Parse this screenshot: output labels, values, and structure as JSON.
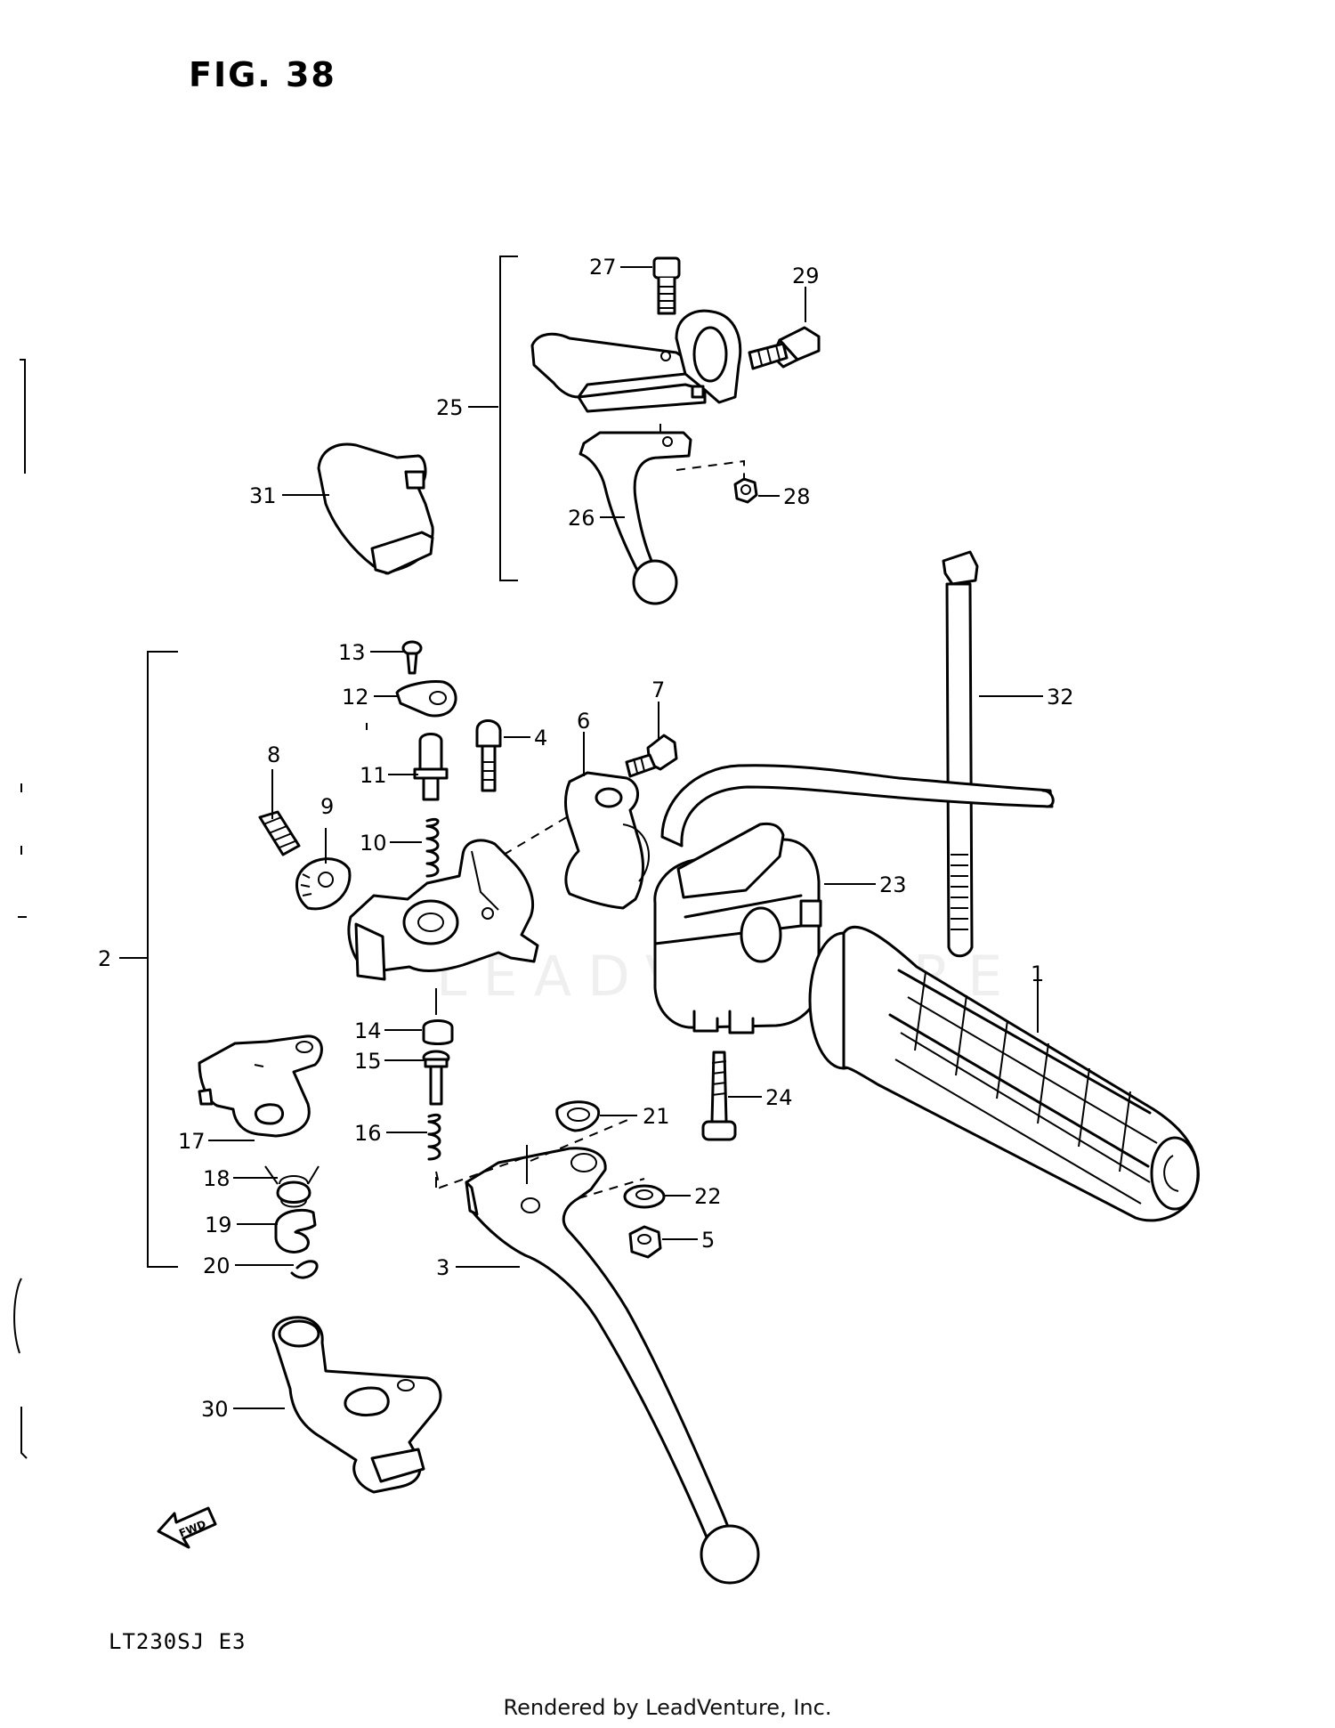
{
  "figure": {
    "title": "FIG. 38",
    "model_code": "LT230SJ  E3",
    "credit": "Rendered by LeadVenture, Inc.",
    "watermark": "LEADVENTURE",
    "fwd_label": "FWD"
  },
  "callouts": [
    {
      "id": "1",
      "label": "1"
    },
    {
      "id": "2",
      "label": "2"
    },
    {
      "id": "3",
      "label": "3"
    },
    {
      "id": "4",
      "label": "4"
    },
    {
      "id": "5",
      "label": "5"
    },
    {
      "id": "6",
      "label": "6"
    },
    {
      "id": "7",
      "label": "7"
    },
    {
      "id": "8",
      "label": "8"
    },
    {
      "id": "9",
      "label": "9"
    },
    {
      "id": "10",
      "label": "10"
    },
    {
      "id": "11",
      "label": "11"
    },
    {
      "id": "12",
      "label": "12"
    },
    {
      "id": "13",
      "label": "13"
    },
    {
      "id": "14",
      "label": "14"
    },
    {
      "id": "15",
      "label": "15"
    },
    {
      "id": "16",
      "label": "16"
    },
    {
      "id": "17",
      "label": "17"
    },
    {
      "id": "18",
      "label": "18"
    },
    {
      "id": "19",
      "label": "19"
    },
    {
      "id": "20",
      "label": "20"
    },
    {
      "id": "21",
      "label": "21"
    },
    {
      "id": "22",
      "label": "22"
    },
    {
      "id": "23",
      "label": "23"
    },
    {
      "id": "24",
      "label": "24"
    },
    {
      "id": "25",
      "label": "25"
    },
    {
      "id": "26",
      "label": "26"
    },
    {
      "id": "27",
      "label": "27"
    },
    {
      "id": "28",
      "label": "28"
    },
    {
      "id": "29",
      "label": "29"
    },
    {
      "id": "30",
      "label": "30"
    },
    {
      "id": "31",
      "label": "31"
    },
    {
      "id": "32",
      "label": "32"
    }
  ]
}
